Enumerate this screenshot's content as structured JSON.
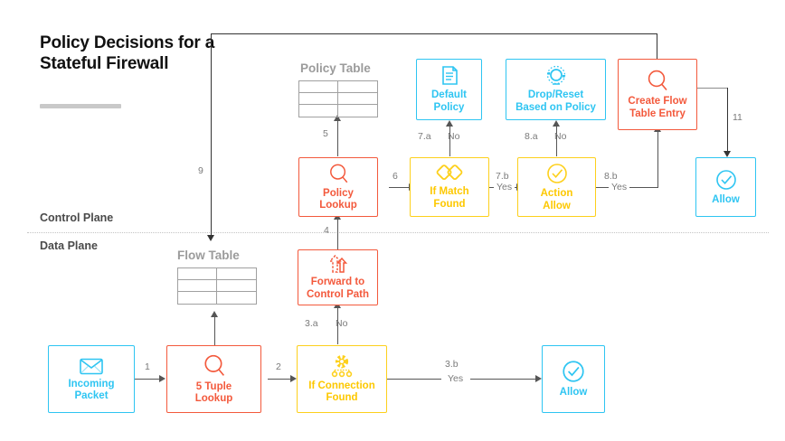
{
  "title": {
    "text": "Policy Decisions\nfor a Stateful\nFirewall"
  },
  "planes": {
    "control": "Control Plane",
    "data": "Data Plane"
  },
  "colors": {
    "cyan": "#2ec5f2",
    "orange": "#f3593c",
    "yellow": "#fdd01c",
    "grey_table": "#9b9b9b",
    "connector": "#555555",
    "label_text": "#7a7a7a"
  },
  "tables": [
    {
      "id": "policy-table",
      "title": "Policy Table",
      "rows": 3,
      "cols": 2
    },
    {
      "id": "flow-table",
      "title": "Flow Table",
      "rows": 3,
      "cols": 2
    }
  ],
  "nodes": [
    {
      "id": "incoming-packet",
      "label": "Incoming\nPacket",
      "icon": "envelope-icon",
      "color": "cyan"
    },
    {
      "id": "five-tuple-lookup",
      "label": "5 Tuple\nLookup",
      "icon": "magnifier-icon",
      "color": "orange"
    },
    {
      "id": "if-connection-found",
      "label": "If Connection\nFound",
      "icon": "gear-network-icon",
      "color": "yellow"
    },
    {
      "id": "allow-data",
      "label": "Allow",
      "icon": "check-circle-icon",
      "color": "cyan"
    },
    {
      "id": "forward-to-control-path",
      "label": "Forward to\nControl Path",
      "icon": "arrows-up-icon",
      "color": "orange"
    },
    {
      "id": "policy-lookup",
      "label": "Policy\nLookup",
      "icon": "magnifier-icon",
      "color": "orange"
    },
    {
      "id": "if-match-found",
      "label": "If Match\nFound",
      "icon": "diamonds-icon",
      "color": "yellow"
    },
    {
      "id": "action-allow",
      "label": "Action\nAllow",
      "icon": "check-circle-icon",
      "color": "yellow"
    },
    {
      "id": "default-policy",
      "label": "Default\nPolicy",
      "icon": "document-icon",
      "color": "cyan"
    },
    {
      "id": "drop-reset",
      "label": "Drop/Reset\nBased on Policy",
      "icon": "reset-circle-icon",
      "color": "cyan"
    },
    {
      "id": "create-flow-entry",
      "label": "Create Flow\nTable Entry",
      "icon": "magnifier-icon",
      "color": "orange"
    },
    {
      "id": "allow-control",
      "label": "Allow",
      "icon": "check-circle-icon",
      "color": "cyan"
    }
  ],
  "edges": [
    {
      "id": "e1",
      "num": "1",
      "answer": ""
    },
    {
      "id": "e2",
      "num": "2",
      "answer": ""
    },
    {
      "id": "e3a",
      "num": "3.a",
      "answer": "No"
    },
    {
      "id": "e3b",
      "num": "3.b",
      "answer": "Yes"
    },
    {
      "id": "e4",
      "num": "4",
      "answer": ""
    },
    {
      "id": "e5",
      "num": "5",
      "answer": ""
    },
    {
      "id": "e6",
      "num": "6",
      "answer": ""
    },
    {
      "id": "e7a",
      "num": "7.a",
      "answer": "No"
    },
    {
      "id": "e7b",
      "num": "7.b",
      "answer": "Yes"
    },
    {
      "id": "e8a",
      "num": "8.a",
      "answer": "No"
    },
    {
      "id": "e8b",
      "num": "8.b",
      "answer": "Yes"
    },
    {
      "id": "e9",
      "num": "9",
      "answer": ""
    },
    {
      "id": "e11",
      "num": "11",
      "answer": ""
    }
  ]
}
